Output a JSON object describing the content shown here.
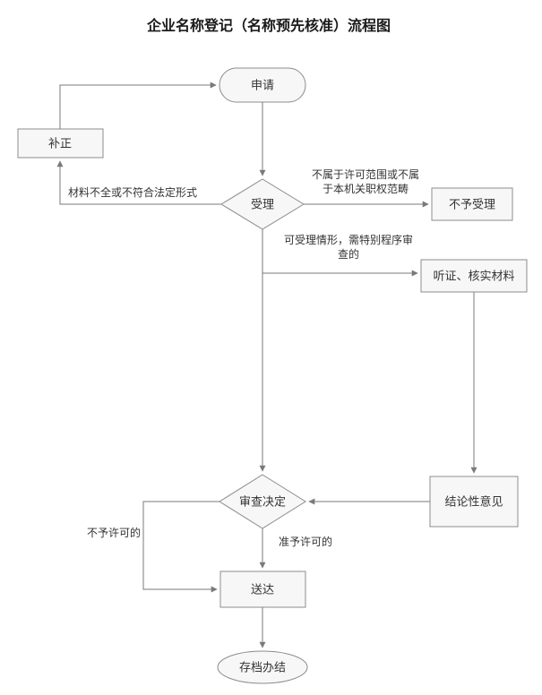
{
  "title": "企业名称登记（名称预先核准）流程图",
  "flowchart": {
    "nodes": {
      "apply": "申请",
      "correction": "补正",
      "accept": "受理",
      "not_accept": "不予受理",
      "hearing": "听证、核实材料",
      "decision": "审查决定",
      "conclusion": "结论性意见",
      "delivery": "送达",
      "archive": "存档办结"
    },
    "edge_labels": {
      "incomplete_materials": "材料不全或不符合法定形式",
      "out_of_scope_line1": "不属于许可范围或不属",
      "out_of_scope_line2": "于本机关职权范畴",
      "special_procedure_line1": "可受理情形，需特别程序审",
      "special_procedure_line2": "查的",
      "not_permitted": "不予许可的",
      "permitted": "准予许可的"
    },
    "colors": {
      "node_fill": "#f7f7f7",
      "node_stroke": "#8c8c8c",
      "line": "#7a7a7a",
      "text": "#333333"
    }
  }
}
